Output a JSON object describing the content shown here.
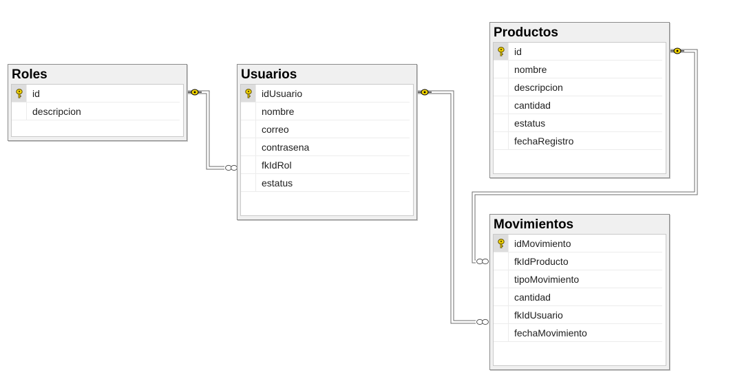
{
  "diagram": {
    "tables": [
      {
        "id": "roles",
        "title": "Roles",
        "columns": [
          {
            "name": "id",
            "primary_key": true
          },
          {
            "name": "descripcion",
            "primary_key": false
          }
        ]
      },
      {
        "id": "usuarios",
        "title": "Usuarios",
        "columns": [
          {
            "name": "idUsuario",
            "primary_key": true
          },
          {
            "name": "nombre",
            "primary_key": false
          },
          {
            "name": "correo",
            "primary_key": false
          },
          {
            "name": "contrasena",
            "primary_key": false
          },
          {
            "name": "fkIdRol",
            "primary_key": false
          },
          {
            "name": "estatus",
            "primary_key": false
          }
        ]
      },
      {
        "id": "productos",
        "title": "Productos",
        "columns": [
          {
            "name": "id",
            "primary_key": true
          },
          {
            "name": "nombre",
            "primary_key": false
          },
          {
            "name": "descripcion",
            "primary_key": false
          },
          {
            "name": "cantidad",
            "primary_key": false
          },
          {
            "name": "estatus",
            "primary_key": false
          },
          {
            "name": "fechaRegistro",
            "primary_key": false
          }
        ]
      },
      {
        "id": "movimientos",
        "title": "Movimientos",
        "columns": [
          {
            "name": "idMovimiento",
            "primary_key": true
          },
          {
            "name": "fkIdProducto",
            "primary_key": false
          },
          {
            "name": "tipoMovimiento",
            "primary_key": false
          },
          {
            "name": "cantidad",
            "primary_key": false
          },
          {
            "name": "fkIdUsuario",
            "primary_key": false
          },
          {
            "name": "fechaMovimiento",
            "primary_key": false
          }
        ]
      }
    ],
    "relationships": [
      {
        "from": "Roles",
        "to": "Usuarios",
        "one_end": "key",
        "many_end": "infinity"
      },
      {
        "from": "Usuarios",
        "to": "Movimientos",
        "one_end": "key",
        "many_end": "infinity"
      },
      {
        "from": "Productos",
        "to": "Movimientos",
        "one_end": "key",
        "many_end": "infinity"
      }
    ],
    "colors": {
      "key_icon": "#f2d400",
      "connector": "#6b6b6b",
      "table_border": "#8a8a8a",
      "table_header_bg": "#f0f0f0"
    }
  }
}
